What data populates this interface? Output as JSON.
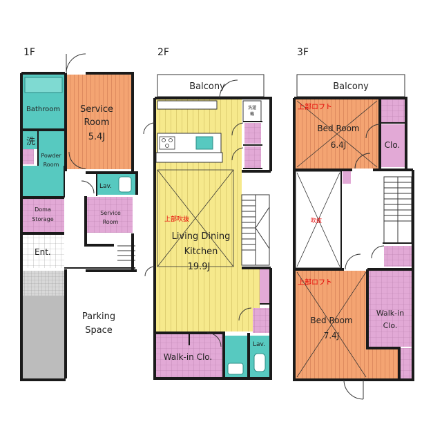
{
  "colors": {
    "orange": "#f4a472",
    "yellow": "#f6e98c",
    "teal": "#57c9c0",
    "pink": "#e2a9d6",
    "gray": "#bcbcbc",
    "wall": "#1a1a1a"
  },
  "floors": {
    "f1": {
      "label": "1F",
      "rooms": {
        "bathroom": "Bathroom",
        "service_room_name": "Service\nRoom",
        "service_room_area": "5.4J",
        "wash": "洗",
        "powder_room": "Powder\nRoom",
        "lav": "Lav.",
        "service_room_small": "Service\nRoom",
        "doma_storage": "Doma\nStorage",
        "entrance": "Ent.",
        "parking": "Parking\nSpace"
      }
    },
    "f2": {
      "label": "2F",
      "rooms": {
        "balcony": "Balcony",
        "ldk_name": "Living Dining\nKitchen",
        "ldk_area": "19.9J",
        "void_above": "上部吹抜",
        "walk_in_closet": "Walk-in Clo.",
        "lav": "Lav.",
        "laundry_mark": "洗濯\n機"
      }
    },
    "f3": {
      "label": "3F",
      "rooms": {
        "balcony": "Balcony",
        "loft_above_1": "上部ロフト",
        "bed_room_1_name": "Bed Room",
        "bed_room_1_area": "6.4J",
        "closet": "Clo.",
        "void": "吹抜",
        "loft_above_2": "上部ロフト",
        "bed_room_2_name": "Bed Room",
        "bed_room_2_area": "7.4J",
        "walk_in_closet": "Walk-in\nClo."
      }
    }
  }
}
